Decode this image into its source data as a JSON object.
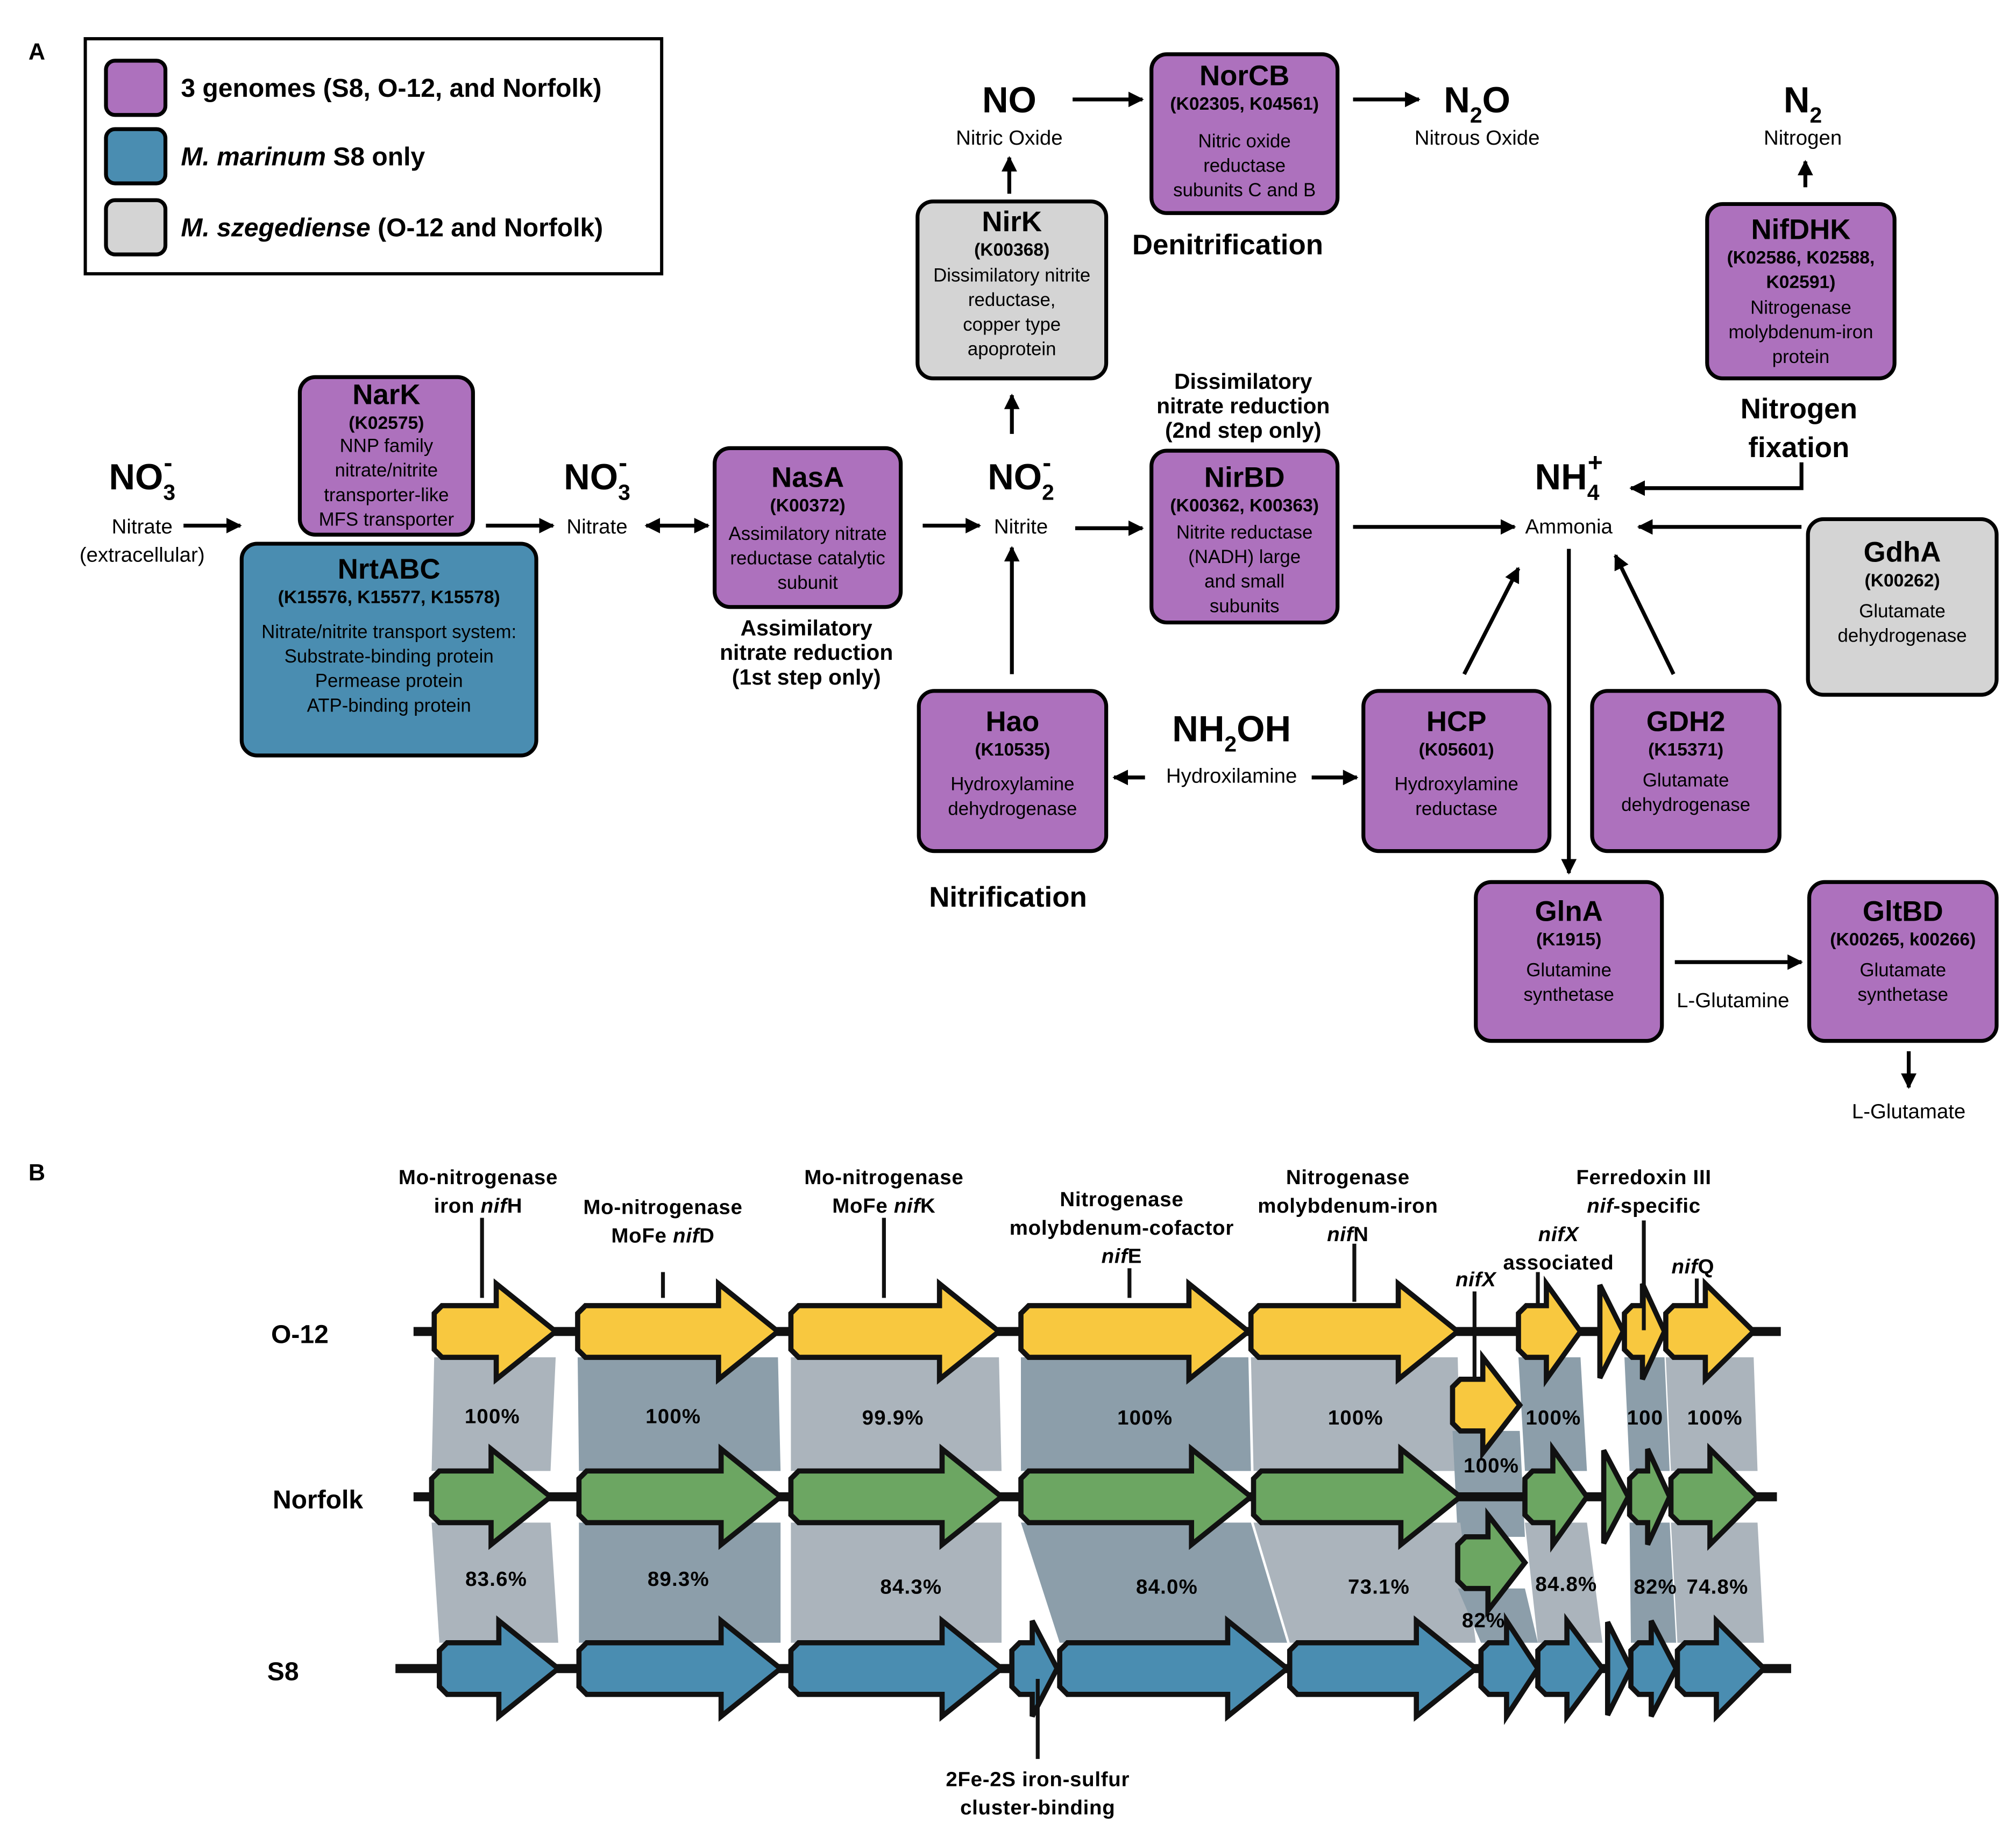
{
  "panel_labels": {
    "a": "A",
    "b": "B"
  },
  "colors": {
    "three_genomes": "#AD71BD",
    "s8_only": "#4A8DB1",
    "szegediense": "#D4D4D4",
    "o12": "#F8C83F",
    "norfolk": "#6CA662",
    "s8": "#4A8DB1",
    "link_light": "#ABB4BC",
    "link_dark": "#8C9EAA"
  },
  "legend": [
    {
      "category": "three_genomes",
      "parts": [
        {
          "t": "3 genomes (S8, O-12, and Norfolk)"
        }
      ]
    },
    {
      "category": "s8_only",
      "parts": [
        {
          "t": "M. marinum",
          "i": true
        },
        {
          "t": " S8 only"
        }
      ]
    },
    {
      "category": "szegediense",
      "parts": [
        {
          "t": "M. szegediense",
          "i": true
        },
        {
          "t": " (O-12 and Norfolk)"
        }
      ]
    }
  ],
  "enzymes": [
    {
      "name": "NarK",
      "ko": [
        "(K02575)"
      ],
      "desc": [
        "NNP family",
        "nitrate/nitrite",
        "transporter-like",
        "MFS transporter"
      ],
      "category": "three_genomes"
    },
    {
      "name": "NrtABC",
      "ko": [
        "(K15576, K15577, K15578)"
      ],
      "desc": [
        "Nitrate/nitrite transport system:",
        "Substrate-binding protein",
        "Permease protein",
        "ATP-binding protein"
      ],
      "category": "s8_only"
    },
    {
      "name": "NasA",
      "ko": [
        "(K00372)"
      ],
      "desc": [
        "Assimilatory nitrate",
        "reductase catalytic",
        "subunit"
      ],
      "category": "three_genomes"
    },
    {
      "name": "NirK",
      "ko": [
        "(K00368)"
      ],
      "desc": [
        "Dissimilatory nitrite",
        "reductase,",
        "copper type",
        "apoprotein"
      ],
      "category": "szegediense"
    },
    {
      "name": "NorCB",
      "ko": [
        "(K02305, K04561)"
      ],
      "desc": [
        "Nitric oxide",
        "reductase",
        "subunits C and B"
      ],
      "category": "three_genomes"
    },
    {
      "name": "NirBD",
      "ko": [
        "(K00362, K00363)"
      ],
      "desc": [
        "Nitrite reductase",
        "(NADH) large",
        "and small",
        "subunits"
      ],
      "category": "three_genomes"
    },
    {
      "name": "NifDHK",
      "ko": [
        "(K02586, K02588,",
        "K02591)"
      ],
      "desc": [
        "Nitrogenase",
        "molybdenum-iron",
        "protein"
      ],
      "category": "three_genomes"
    },
    {
      "name": "GdhA",
      "ko": [
        "(K00262)"
      ],
      "desc": [
        "Glutamate",
        "dehydrogenase"
      ],
      "category": "szegediense"
    },
    {
      "name": "Hao",
      "ko": [
        "(K10535)"
      ],
      "desc": [
        "Hydroxylamine",
        "dehydrogenase"
      ],
      "category": "three_genomes"
    },
    {
      "name": "HCP",
      "ko": [
        "(K05601)"
      ],
      "desc": [
        "Hydroxylamine",
        "reductase"
      ],
      "category": "three_genomes"
    },
    {
      "name": "GDH2",
      "ko": [
        "(K15371)"
      ],
      "desc": [
        "Glutamate",
        "dehydrogenase"
      ],
      "category": "three_genomes"
    },
    {
      "name": "GlnA",
      "ko": [
        "(K1915)"
      ],
      "desc": [
        "Glutamine",
        "synthetase"
      ],
      "category": "three_genomes"
    },
    {
      "name": "GltBD",
      "ko": [
        "(K00265, k00266)"
      ],
      "desc": [
        "Glutamate",
        "synthetase"
      ],
      "category": "three_genomes"
    }
  ],
  "compounds": [
    {
      "formula": {
        "base": "NO",
        "sub": "3",
        "sup": "-"
      },
      "name": [
        "Nitrate",
        "(extracellular)"
      ]
    },
    {
      "formula": {
        "base": "NO",
        "sub": "3",
        "sup": "-"
      },
      "name": [
        "Nitrate"
      ]
    },
    {
      "formula": {
        "base": "NO",
        "sub": "2",
        "sup": "-"
      },
      "name": [
        "Nitrite"
      ]
    },
    {
      "formula": {
        "base": "NO"
      },
      "name": [
        "Nitric Oxide"
      ]
    },
    {
      "formula": {
        "base": "N",
        "sub": "2",
        "tail": "O"
      },
      "name": [
        "Nitrous Oxide"
      ]
    },
    {
      "formula": {
        "base": "N",
        "sub": "2"
      },
      "name": [
        "Nitrogen"
      ]
    },
    {
      "formula": {
        "base": "NH",
        "sub": "4",
        "sup": "+"
      },
      "name": [
        "Ammonia"
      ]
    },
    {
      "formula": {
        "base": "NH",
        "sub": "2",
        "tail": "OH"
      },
      "name": [
        "Hydroxilamine"
      ]
    },
    {
      "name": [
        "L-Glutamine"
      ]
    },
    {
      "name": [
        "L-Glutamate"
      ]
    }
  ],
  "processes": [
    {
      "lines": [
        "Denitrification"
      ]
    },
    {
      "lines": [
        "Dissimilatory",
        "nitrate reduction",
        "(2nd step only)"
      ]
    },
    {
      "lines": [
        "Assimilatory",
        "nitrate reduction",
        "(1st step only)"
      ]
    },
    {
      "lines": [
        "Nitrification"
      ]
    },
    {
      "lines": [
        "Nitrogen",
        "fixation"
      ]
    }
  ],
  "panel_b": {
    "rows": [
      "O-12",
      "Norfolk",
      "S8"
    ],
    "identity_o12_norfolk": [
      "100%",
      "100%",
      "99.9%",
      "100%",
      "100%",
      "100%",
      "100%",
      "100",
      "100%"
    ],
    "identity_norfolk_s8": [
      "83.6%",
      "89.3%",
      "84.3%",
      "84.0%",
      "73.1%",
      "82%",
      "84.8%",
      "82%",
      "74.8%"
    ],
    "gene_labels": [
      {
        "lines": [
          [
            {
              "t": "Mo-nitrogenase"
            }
          ],
          [
            {
              "t": "iron "
            },
            {
              "t": "nif",
              "i": true
            },
            {
              "t": "H"
            }
          ]
        ]
      },
      {
        "lines": [
          [
            {
              "t": "Mo-nitrogenase"
            }
          ],
          [
            {
              "t": "MoFe "
            },
            {
              "t": "nif",
              "i": true
            },
            {
              "t": "D"
            }
          ]
        ]
      },
      {
        "lines": [
          [
            {
              "t": "Mo-nitrogenase"
            }
          ],
          [
            {
              "t": "MoFe "
            },
            {
              "t": "nif",
              "i": true
            },
            {
              "t": "K"
            }
          ]
        ]
      },
      {
        "lines": [
          [
            {
              "t": "Nitrogenase"
            }
          ],
          [
            {
              "t": "molybdenum-cofactor"
            }
          ],
          [
            {
              "t": "nif",
              "i": true
            },
            {
              "t": "E"
            }
          ]
        ]
      },
      {
        "lines": [
          [
            {
              "t": "Nitrogenase"
            }
          ],
          [
            {
              "t": "molybdenum-iron"
            }
          ],
          [
            {
              "t": "nif",
              "i": true
            },
            {
              "t": "N"
            }
          ]
        ]
      },
      {
        "lines": [
          [
            {
              "t": "nif",
              "i": true
            },
            {
              "t": "X",
              "i": true
            }
          ]
        ]
      },
      {
        "lines": [
          [
            {
              "t": "nif",
              "i": true
            },
            {
              "t": "X",
              "i": true
            }
          ],
          [
            {
              "t": "associated"
            }
          ]
        ]
      },
      {
        "lines": [
          [
            {
              "t": "Ferredoxin III"
            }
          ],
          [
            {
              "t": "nif",
              "i": true
            },
            {
              "t": "-specific"
            }
          ]
        ]
      },
      {
        "lines": [
          [
            {
              "t": "nif",
              "i": true
            },
            {
              "t": "Q"
            }
          ]
        ]
      },
      {
        "lines": [
          [
            {
              "t": "2Fe-2S iron-sulfur"
            }
          ],
          [
            {
              "t": "cluster-binding"
            }
          ]
        ]
      }
    ]
  }
}
